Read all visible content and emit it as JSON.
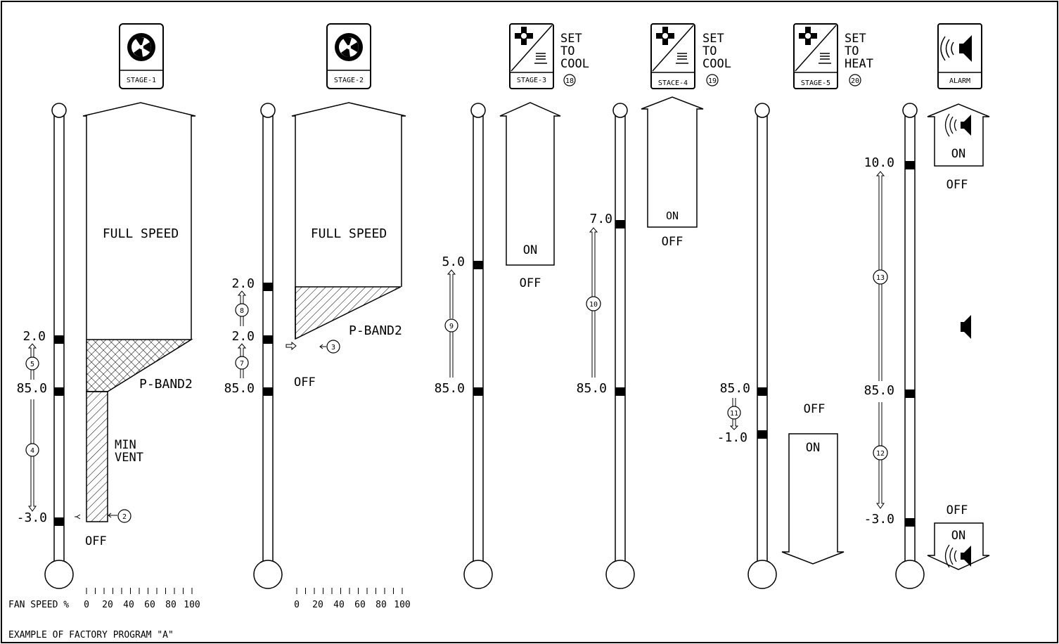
{
  "stages": [
    {
      "id": "stage1",
      "label": "STAGE-1",
      "icon": "fan-icon"
    },
    {
      "id": "stage2",
      "label": "STAGE-2",
      "icon": "fan-icon"
    },
    {
      "id": "stage3",
      "label": "STAGE-3",
      "icon": "cool-heat-icon",
      "mode": [
        "SET",
        "TO",
        "COOL"
      ],
      "callout": "18"
    },
    {
      "id": "stage4",
      "label": "STACE-4",
      "icon": "cool-heat-icon",
      "mode": [
        "SET",
        "TO",
        "COOL"
      ],
      "callout": "19"
    },
    {
      "id": "stage5",
      "label": "STAGE-5",
      "icon": "cool-heat-icon",
      "mode": [
        "SET",
        "TO",
        "HEAT"
      ],
      "callout": "20"
    },
    {
      "id": "alarm",
      "label": "ALARM",
      "icon": "speaker-icon"
    }
  ],
  "stage1": {
    "scale": [
      "2.0",
      "85.0",
      "-3.0"
    ],
    "callouts": [
      "5",
      "4",
      "2"
    ],
    "region_labels": {
      "full": "FULL SPEED",
      "pband": "P-BAND2",
      "min_vent": [
        "MIN",
        "VENT"
      ],
      "off": "OFF"
    }
  },
  "stage2": {
    "scale": [
      "2.0",
      "2.0",
      "85.0"
    ],
    "callouts": [
      "8",
      "7",
      "3"
    ],
    "region_labels": {
      "full": "FULL SPEED",
      "pband": "P-BAND2",
      "off": "OFF"
    }
  },
  "stage3": {
    "scale": [
      "5.0",
      "85.0"
    ],
    "callouts": [
      "9"
    ],
    "on": "ON",
    "off": "OFF"
  },
  "stage4": {
    "scale": [
      "7.0",
      "85.0"
    ],
    "callouts": [
      "10"
    ],
    "on": "ON",
    "off": "OFF"
  },
  "stage5": {
    "scale": [
      "85.0",
      "-1.0"
    ],
    "callouts": [
      "11"
    ],
    "on": "ON",
    "off": "OFF"
  },
  "alarm": {
    "scale": [
      "10.0",
      "85.0",
      "-3.0"
    ],
    "callouts": [
      "13",
      "12"
    ],
    "on_top": "ON",
    "off_top": "OFF",
    "off_bottom": "OFF",
    "on_bottom": "ON"
  },
  "fan_speed": {
    "label": "FAN SPEED %",
    "ticks": [
      "0",
      "20",
      "40",
      "60",
      "80",
      "100"
    ]
  },
  "footer": "EXAMPLE OF FACTORY PROGRAM \"A\""
}
